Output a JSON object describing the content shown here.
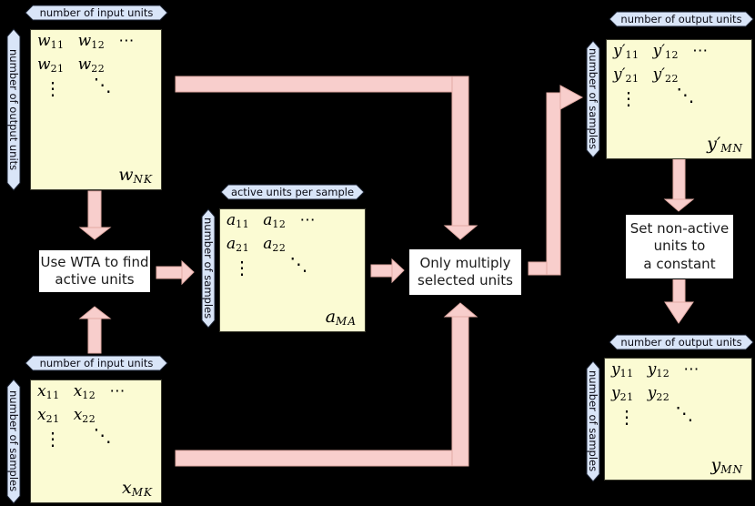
{
  "colors": {
    "bg": "#000000",
    "pink": "#f8cecc",
    "pink-stroke": "#e2aba5",
    "blue-fill": "#d9e5f8",
    "blue-stroke": "#1d2433",
    "yellow": "#fbfbd3",
    "yellow-border": "#3a3a2c",
    "box-bg": "#ffffff",
    "box-border": "#000000"
  },
  "measures": {
    "w_top": "number of input units",
    "w_left": "number of output units",
    "a_top": "active units per sample",
    "a_left": "number of samples",
    "x_top": "number of input units",
    "x_left": "number of samples",
    "yp_top": "number of output units",
    "yp_left": "number of samples",
    "y_top": "number of output units",
    "y_left": "number of samples"
  },
  "matrices": {
    "w": {
      "base": "w",
      "subs": [
        "11",
        "12",
        "21",
        "22"
      ],
      "hdots": "⋯",
      "vdots": "⋮",
      "ddots": "⋱",
      "label_base": "w",
      "label_sub": "NK"
    },
    "a": {
      "base": "a",
      "subs": [
        "11",
        "12",
        "21",
        "22"
      ],
      "hdots": "⋯",
      "vdots": "⋮",
      "ddots": "⋱",
      "label_base": "a",
      "label_sub": "MA"
    },
    "x": {
      "base": "x",
      "subs": [
        "11",
        "12",
        "21",
        "22"
      ],
      "hdots": "⋯",
      "vdots": "⋮",
      "ddots": "⋱",
      "label_base": "x",
      "label_sub": "MK"
    },
    "yp": {
      "base": "y′",
      "subs": [
        "11",
        "12",
        "21",
        "22"
      ],
      "hdots": "⋯",
      "vdots": "⋮",
      "ddots": "⋱",
      "label_base": "y′",
      "label_sub": "MN"
    },
    "y": {
      "base": "y",
      "subs": [
        "11",
        "12",
        "21",
        "22"
      ],
      "hdots": "⋯",
      "vdots": "⋮",
      "ddots": "⋱",
      "label_base": "y",
      "label_sub": "MN"
    }
  },
  "boxes": {
    "wta": {
      "lines": [
        "Use WTA to find",
        "active units"
      ]
    },
    "multiply": {
      "lines": [
        "Only multiply",
        "selected units"
      ]
    },
    "set_constant": {
      "lines": [
        "Set non-active",
        "units to",
        "a constant"
      ]
    }
  }
}
